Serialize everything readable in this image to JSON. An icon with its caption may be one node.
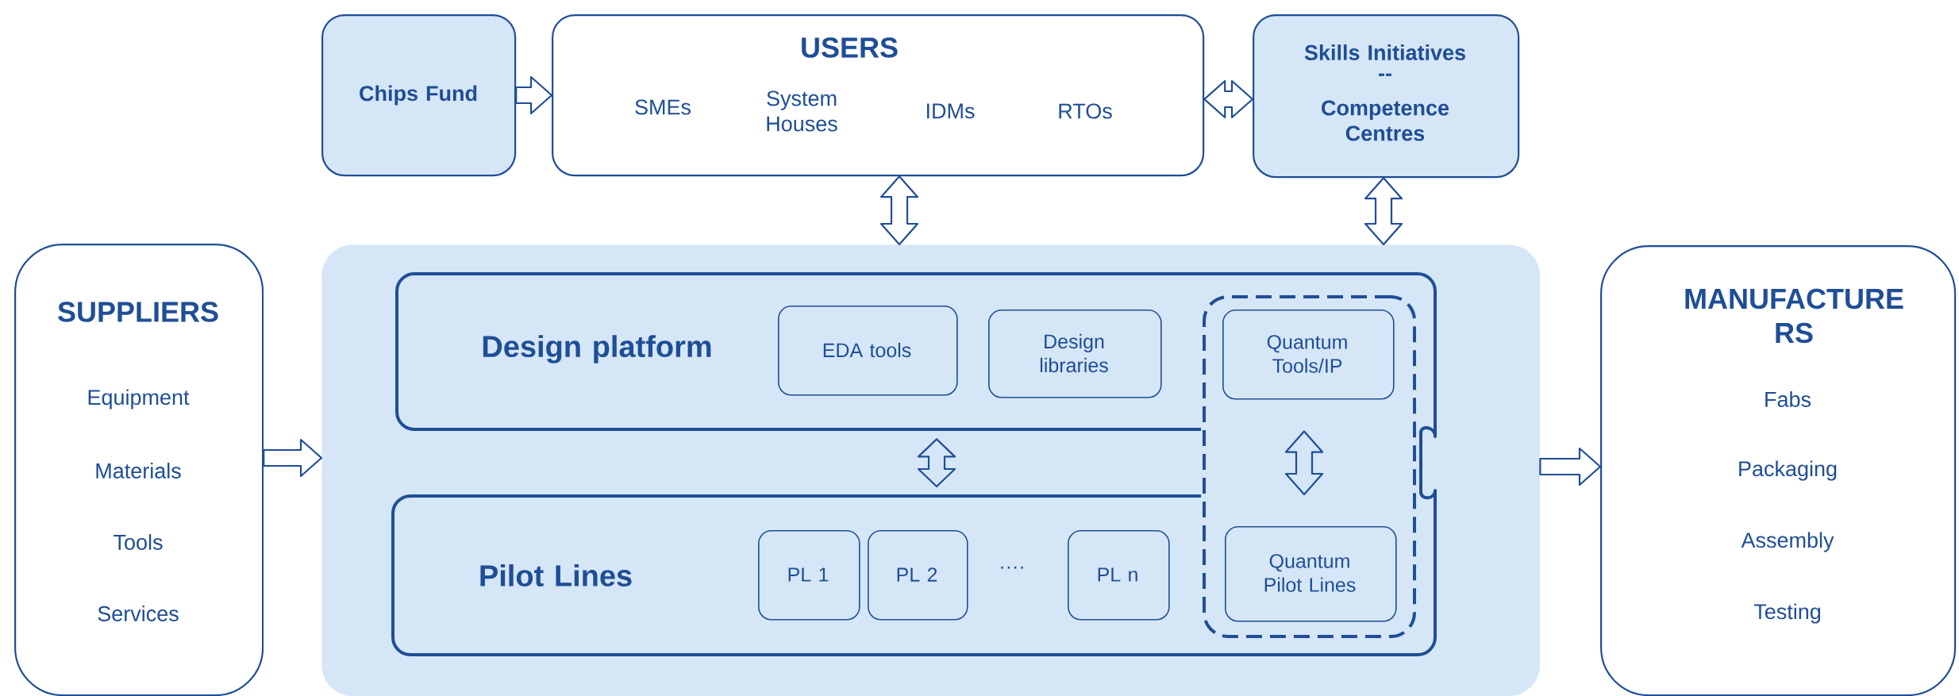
{
  "diagram": {
    "nodes": [
      {
        "text": [
          "Chips Fund"
        ]
      },
      {
        "text": [
          "USERS",
          "SMEs",
          "System Houses",
          "IDMs",
          "RTOs"
        ]
      },
      {
        "text": [
          "Skills Initiatives",
          "--",
          "Competence Centres"
        ]
      },
      {
        "text": [],
        "shape": "box"
      },
      {
        "text": [
          "SUPPLIERS",
          "Equipment",
          "Materials",
          "Tools",
          "Services"
        ]
      },
      {
        "text": [
          "MANUFACTURE RS",
          "Fabs",
          "Packaging",
          "Assembly",
          "Testing"
        ]
      },
      {
        "text": [
          "Design platform"
        ],
        "in": 3
      },
      {
        "text": [
          "EDA tools"
        ],
        "in": 6
      },
      {
        "text": [
          "Design libraries"
        ],
        "in": 6
      },
      {
        "text": [],
        "shape": "box",
        "in": 3
      },
      {
        "text": [
          "Quantum Tools/IP"
        ]
      },
      {
        "text": [
          "Pilot Lines"
        ],
        "in": 3
      },
      {
        "text": [
          "PL 1"
        ],
        "in": 11
      },
      {
        "text": [
          "PL 2"
        ],
        "in": 11
      },
      {
        "text": [
          "PL n"
        ],
        "in": 11
      },
      {
        "text": [
          "Quantum Pilot Lines"
        ]
      }
    ],
    "edges": [
      {
        "from": 0,
        "to": 1,
        "arrow": "to"
      },
      {
        "from": 1,
        "to": 2,
        "arrow": "both"
      },
      {
        "from": 1,
        "to": 3,
        "arrow": "both"
      },
      {
        "from": 2,
        "to": 3,
        "arrow": "both"
      },
      {
        "from": 4,
        "to": 3,
        "arrow": "to"
      },
      {
        "from": 3,
        "to": 5,
        "arrow": "to"
      },
      {
        "from": 6,
        "to": 11,
        "arrow": "both"
      },
      {
        "from": 10,
        "to": 15,
        "arrow": "both"
      }
    ],
    "labels": [
      "····"
    ]
  }
}
